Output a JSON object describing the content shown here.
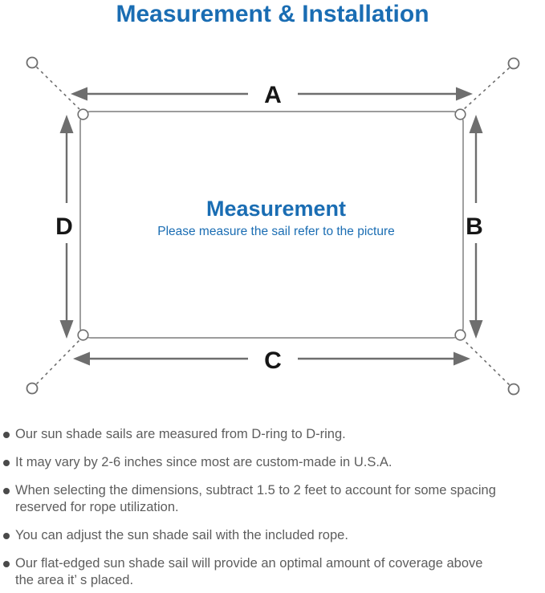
{
  "title": "Measurement & Installation",
  "diagram": {
    "labels": {
      "top": "A",
      "right": "B",
      "bottom": "C",
      "left": "D"
    },
    "center_title": "Measurement",
    "center_subtitle": "Please measure the sail refer to the picture"
  },
  "notes": [
    {
      "lines": [
        "Our sun shade sails are measured from D-ring to D-ring."
      ]
    },
    {
      "lines": [
        "It may vary by 2-6 inches since most are custom-made in U.S.A."
      ]
    },
    {
      "lines": [
        "When selecting the dimensions, subtract 1.5 to 2 feet to account for some spacing",
        "reserved for rope utilization."
      ]
    },
    {
      "lines": [
        "You can adjust the sun shade sail with the included rope."
      ]
    },
    {
      "lines": [
        "Our flat-edged sun shade sail will provide an optimal amount of coverage above",
        "the area it’ s placed."
      ]
    }
  ],
  "colors": {
    "accent_blue": "#1a6db3",
    "line_gray": "#6e6e6e",
    "sail_gray": "#8f8f8f",
    "label_black": "#161616",
    "text_gray": "#5d5d5d",
    "dot_gray": "#4a4a4a"
  }
}
